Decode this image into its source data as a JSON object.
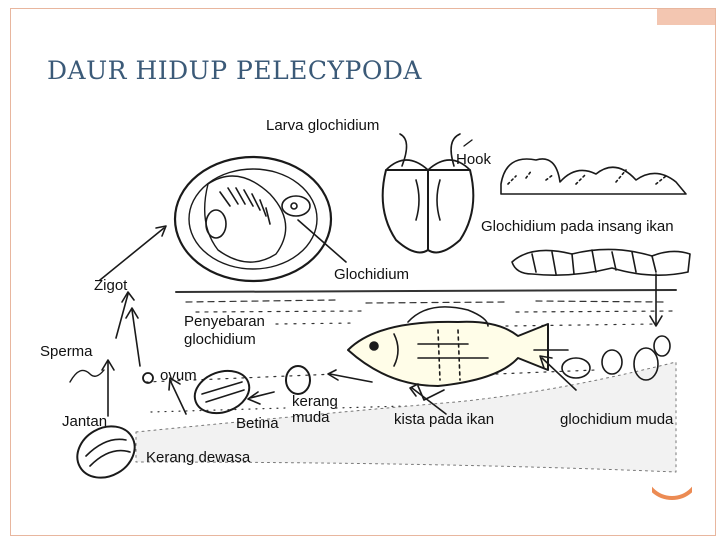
{
  "slide": {
    "title": "DAUR HIDUP PELECYPODA",
    "accent_color": "#ec8b53",
    "title_color": "#3b5a78"
  },
  "diagram": {
    "labels": {
      "larva_glochidium": "Larva glochidium",
      "hook": "Hook",
      "glochidium_insang": "Glochidium pada insang ikan",
      "glochidium": "Glochidium",
      "zigot": "Zigot",
      "penyebaran": "Penyebaran",
      "penyebaran_2": "glochidium",
      "sperma": "Sperma",
      "ovum": "ovum",
      "kerang": "kerang",
      "muda": "muda",
      "jantan": "Jantan",
      "betina": "Betina",
      "kista": "kista pada ikan",
      "glochidium_muda": "glochidium muda",
      "kerang_dewasa": "Kerang dewasa"
    }
  }
}
